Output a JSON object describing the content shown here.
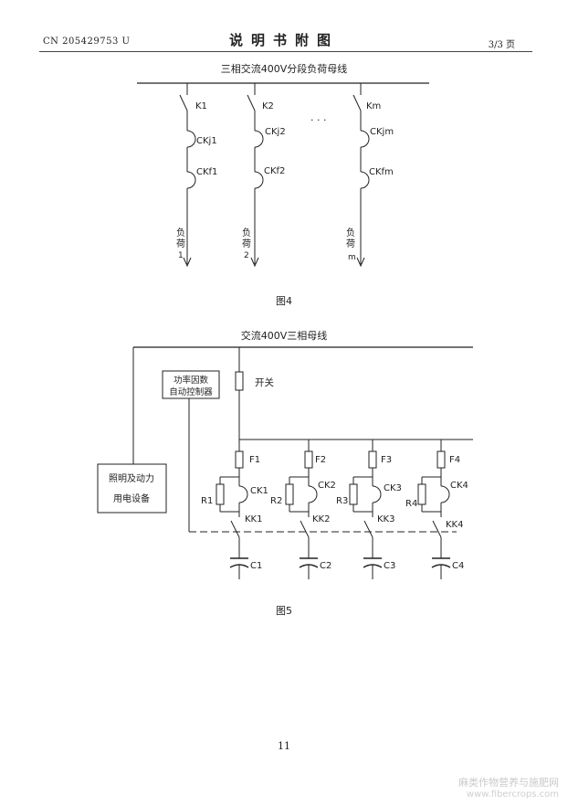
{
  "header": {
    "patent_no": "CN 205429753 U",
    "title": "说明书附图",
    "page": "3/3 页"
  },
  "figure4": {
    "caption": "图4",
    "bus_label": "三相交流400V分段负荷母线",
    "ellipsis": "· · ·",
    "branches": [
      {
        "switch": "K1",
        "ck_j": "CKj1",
        "ck_f": "CKf1",
        "load": [
          "负",
          "荷",
          "1"
        ]
      },
      {
        "switch": "K2",
        "ck_j": "CKj2",
        "ck_f": "CKf2",
        "load": [
          "负",
          "荷",
          "2"
        ]
      },
      {
        "switch": "Km",
        "ck_j": "CKjm",
        "ck_f": "CKfm",
        "load": [
          "负",
          "荷",
          "m"
        ]
      }
    ]
  },
  "figure5": {
    "caption": "图5",
    "bus_label": "交流400V三相母线",
    "controller": [
      "功率因数",
      "自动控制器"
    ],
    "equipment": [
      "照明及动力",
      "用电设备"
    ],
    "main_switch": "开关",
    "branches": [
      {
        "fuse": "F1",
        "resistor": "R1",
        "ck": "CK1",
        "kk": "KK1",
        "cap": "C1"
      },
      {
        "fuse": "F2",
        "resistor": "R2",
        "ck": "CK2",
        "kk": "KK2",
        "cap": "C2"
      },
      {
        "fuse": "F3",
        "resistor": "R3",
        "ck": "CK3",
        "kk": "KK3",
        "cap": "C3"
      },
      {
        "fuse": "F4",
        "resistor": "R4",
        "ck": "CK4",
        "kk": "KK4",
        "cap": "C4"
      }
    ]
  },
  "footer": {
    "page_number": "11",
    "watermark_cn": "麻类作物营养与施肥网",
    "watermark_url": "www.fibercrops.com"
  }
}
